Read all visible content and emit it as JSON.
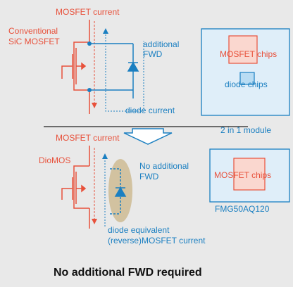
{
  "top": {
    "mosfet_current": "MOSFET current",
    "device_label_line1": "Conventional",
    "device_label_line2": "SiC MOSFET",
    "fwd_label_line1": "additional",
    "fwd_label_line2": "FWD",
    "diode_current": "diode current",
    "module": {
      "mosfet_chips": "MOSFET chips",
      "diode_chips": "diode chips",
      "caption": "2 in 1 module"
    }
  },
  "bottom": {
    "mosfet_current": "MOSFET current",
    "device_label": "DioMOS",
    "fwd_label_line1": "No additional",
    "fwd_label_line2": "FWD",
    "diode_line1": "diode equivalent",
    "diode_line2": "(reverse)MOSFET current",
    "module": {
      "mosfet_chips": "MOSFET chips",
      "caption": "FMG50AQ120"
    }
  },
  "footer": "No additional FWD required",
  "colors": {
    "red": "#e8513b",
    "blue": "#1a7fc1",
    "chip_fill": "#fad7cf",
    "module_fill": "#dfeef9",
    "highlight": "#d2c2a0",
    "background": "#e9e9e9"
  }
}
